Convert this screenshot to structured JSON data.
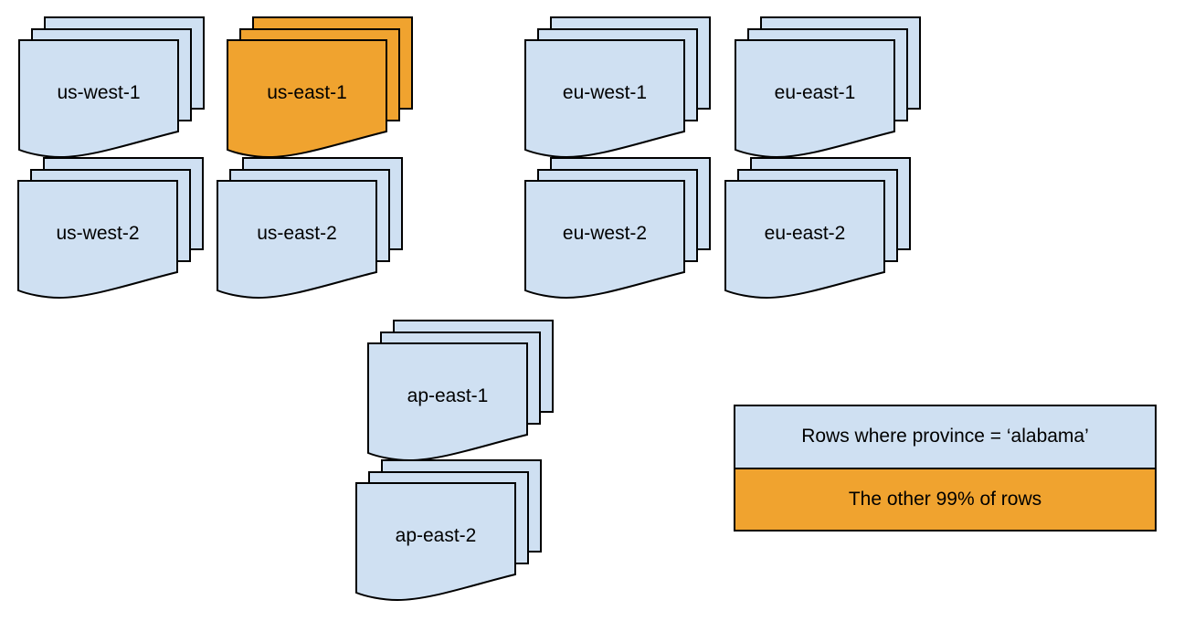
{
  "colors": {
    "region_fill": "#cfe0f2",
    "highlight_fill": "#f0a32f",
    "border": "#000000",
    "text": "#000000",
    "background": "#ffffff"
  },
  "stacks": [
    {
      "label": "us-west-1",
      "highlighted": false
    },
    {
      "label": "us-east-1",
      "highlighted": true
    },
    {
      "label": "eu-west-1",
      "highlighted": false
    },
    {
      "label": "eu-east-1",
      "highlighted": false
    },
    {
      "label": "us-west-2",
      "highlighted": false
    },
    {
      "label": "us-east-2",
      "highlighted": false
    },
    {
      "label": "eu-west-2",
      "highlighted": false
    },
    {
      "label": "eu-east-2",
      "highlighted": false
    },
    {
      "label": "ap-east-1",
      "highlighted": false
    },
    {
      "label": "ap-east-2",
      "highlighted": false
    }
  ],
  "legend": {
    "rows": [
      {
        "label": "Rows where province = ‘alabama’",
        "color_ref": "region_fill"
      },
      {
        "label": "The other 99% of rows",
        "color_ref": "highlight_fill"
      }
    ]
  }
}
